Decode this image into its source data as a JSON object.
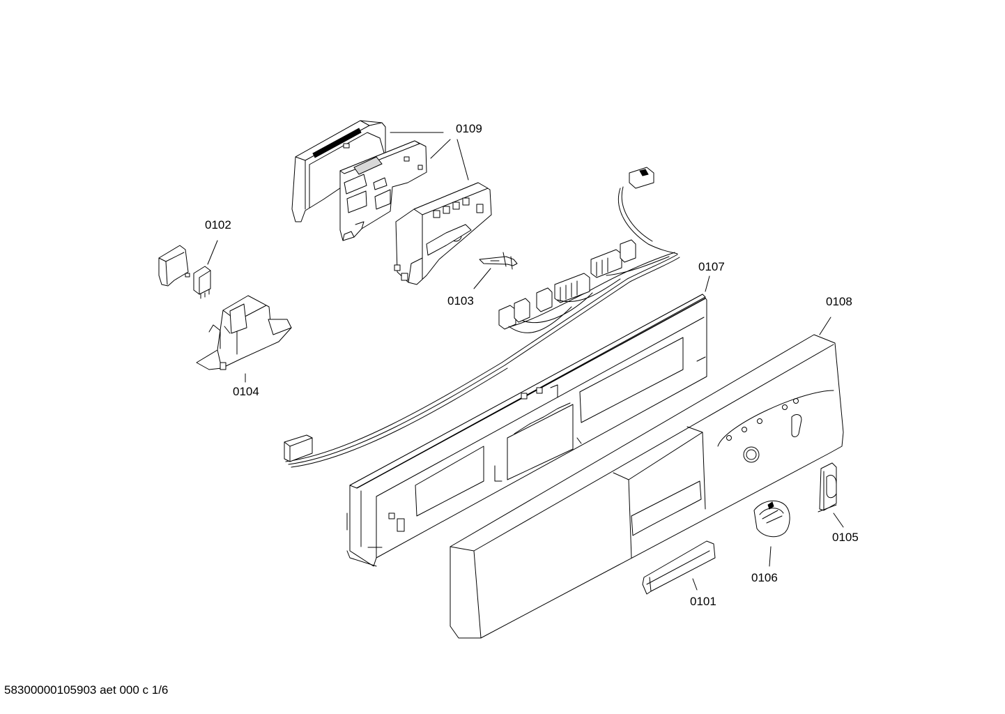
{
  "parts": {
    "p0101": "0101",
    "p0102": "0102",
    "p0103": "0103",
    "p0104": "0104",
    "p0105": "0105",
    "p0106": "0106",
    "p0107": "0107",
    "p0108": "0108",
    "p0109": "0109"
  },
  "footer": {
    "doc_ref": "58300000105903 aet 000 c 1/6"
  }
}
